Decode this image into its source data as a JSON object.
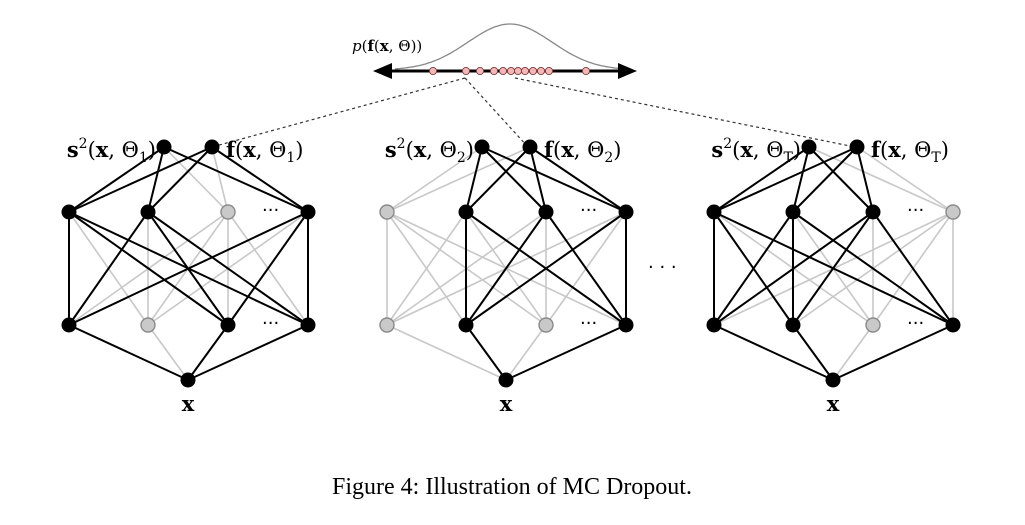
{
  "figure": {
    "caption": "Figure 4:   Illustration of MC Dropout.",
    "between_networks_ellipsis": "· · ·",
    "layer_ellipsis": "···"
  },
  "distribution": {
    "label_parts": [
      "p",
      "(",
      "f",
      "(",
      "x",
      ", Θ))"
    ],
    "label_text": "p(f(x, Θ))",
    "sample_count": 12
  },
  "networks": [
    {
      "id": "net-1",
      "variance_label": {
        "s": "s",
        "sup": "2",
        "args": "(x, Θ",
        "sub": "1",
        "close": ")"
      },
      "mean_label": {
        "f": "f",
        "args": "(x, Θ",
        "sub": "1",
        "close": ")"
      },
      "input_label": "x",
      "hidden_top": [
        true,
        true,
        false,
        true
      ],
      "hidden_bottom": [
        true,
        false,
        true,
        true
      ]
    },
    {
      "id": "net-2",
      "variance_label": {
        "s": "s",
        "sup": "2",
        "args": "(x, Θ",
        "sub": "2",
        "close": ")"
      },
      "mean_label": {
        "f": "f",
        "args": "(x, Θ",
        "sub": "2",
        "close": ")"
      },
      "input_label": "x",
      "hidden_top": [
        false,
        true,
        true,
        true
      ],
      "hidden_bottom": [
        false,
        true,
        false,
        true
      ]
    },
    {
      "id": "net-T",
      "variance_label": {
        "s": "s",
        "sup": "2",
        "args": "(x, Θ",
        "sub": "T",
        "close": ")"
      },
      "mean_label": {
        "f": "f",
        "args": "(x, Θ",
        "sub": "T",
        "close": ")"
      },
      "input_label": "x",
      "hidden_top": [
        true,
        true,
        true,
        false
      ],
      "hidden_bottom": [
        true,
        true,
        false,
        true
      ]
    }
  ],
  "colors": {
    "active": "#000000",
    "dropped_fill": "#c9c9c9",
    "dropped_edge": "#c8c8c8",
    "sample_fill": "#f4b6b6",
    "curve": "#888888"
  }
}
